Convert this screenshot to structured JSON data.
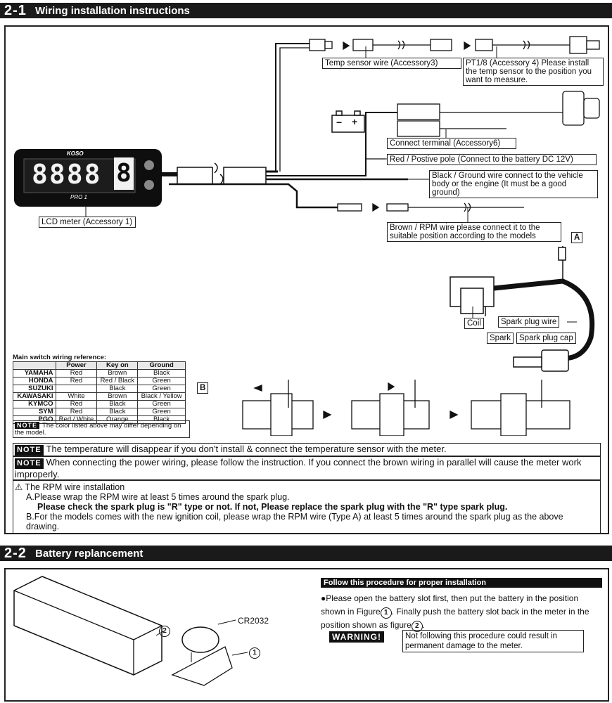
{
  "section1": {
    "num": "2-1",
    "title": "Wiring installation instructions"
  },
  "labels": {
    "temp_sensor": "Temp sensor wire (Accessory3)",
    "pt18": "PT1/8 (Accessory 4) Please install the temp sensor to the position you want to measure.",
    "battery_minus": "−",
    "battery_plus": "+",
    "connect_terminal": "Connect terminal (Accessory6)",
    "red_wire": "Red / Postive pole (Connect to the battery DC 12V)",
    "black_wire": "Black / Ground wire connect to the vehicle body or the engine (It must be a good ground)",
    "lcd_meter": "LCD meter (Accessory 1)",
    "brown_wire": "Brown / RPM wire please connect it to the suitable position according to the models",
    "marker_a": "A",
    "marker_b": "B",
    "coil": "Coil",
    "spark_plug_wire": "Spark plug wire",
    "spark": "Spark",
    "spark_plug_cap": "Spark plug cap",
    "meter_brand": "KOSO",
    "meter_model": "PRO 1",
    "meter_digits": "8888",
    "meter_big_digit": "8"
  },
  "ref_table": {
    "title": "Main switch wiring reference:",
    "headers": [
      "",
      "Power",
      "Key on",
      "Ground"
    ],
    "rows": [
      [
        "YAMAHA",
        "Red",
        "Brown",
        "Black"
      ],
      [
        "HONDA",
        "Red",
        "Red / Black",
        "Green"
      ],
      [
        "SUZUKI",
        "",
        "Black",
        "Green"
      ],
      [
        "KAWASAKI",
        "White",
        "Brown",
        "Black / Yellow"
      ],
      [
        "KYMCO",
        "Red",
        "Black",
        "Green"
      ],
      [
        "SYM",
        "Red",
        "Black",
        "Green"
      ],
      [
        "PGO",
        "Red / White",
        "Orange",
        "Black"
      ]
    ],
    "note_tag": "NOTE",
    "note": "The color listed above may differ depending on the model."
  },
  "notes": {
    "tag": "NOTE",
    "note1": "The temperature will disappear if you don't install & connect the temperature sensor with the meter.",
    "note2": "When connecting the power wiring, please follow the instruction. If you connect the brown wiring in parallel will cause the meter work improperly."
  },
  "rpm": {
    "title": "The RPM wire installation",
    "a": "A.Please wrap the RPM wire at least 5 times around the spark plug.",
    "a_bold": "Please check the spark plug is \"R\" type or not. If not, Please replace the spark plug with the \"R\" type spark plug.",
    "b": "B.For the models comes with the new ignition coil, please wrap the RPM wire (Type A) at least 5 times around the spark plug as the above drawing."
  },
  "section2": {
    "num": "2-2",
    "title": "Battery replancement"
  },
  "battery": {
    "proc_title": "Follow this procedure for proper installation",
    "p1": "Please open the battery slot first, then put the battery in the position shown in Figure",
    "p2": ". Finally push the battery slot back in the meter in the position shown as figure",
    "p3": ".",
    "fig1": "1",
    "fig2": "2",
    "cell": "CR2032",
    "warning_tag": "WARNING!",
    "warning": "Not following this procedure could result in permanent damage to the meter."
  },
  "colors": {
    "bar": "#1a1a1a",
    "lcd": "#0e0e0e",
    "lcd_seg": "#f2f2f2"
  }
}
